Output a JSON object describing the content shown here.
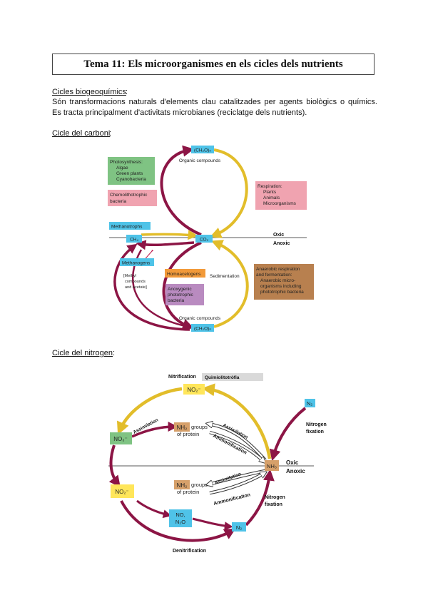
{
  "title": "Tema 11: Els microorganismes en els cicles dels nutrients",
  "section1": {
    "heading": "Cicles biogeoquímics",
    "heading_suffix": ":",
    "line1": "Són transformacions naturals d'elements clau catalitzades per agents biològics o químics.",
    "line2": "Es tracta principalment d'activitats microbianes (reciclatge dels nutrients)."
  },
  "carbon": {
    "heading": "Cicle del carboni",
    "heading_suffix": ":",
    "ch2o_top": "(CH₂O)ₙ",
    "organic_top": "Organic compounds",
    "photo": [
      "Photosynthesis:",
      "Algae",
      "Green plants",
      "Cyanobacteria"
    ],
    "chemo": [
      "Chemolithotrophic",
      "bacteria"
    ],
    "resp": [
      "Respiration:",
      "Plants",
      "Animals",
      "Microorganisms"
    ],
    "methanotrophs": "Methanotrophs",
    "ch4": "CH₄",
    "co2": "CO₂",
    "oxic": "Oxic",
    "anoxic": "Anoxic",
    "methanogens": "Methanogens",
    "methyl": [
      "[Methyl",
      "compounds",
      "and acetate]"
    ],
    "homoacetogens": "Homoacetogens",
    "sedimentation": "Sedimentation",
    "anoxygenic": [
      "Anoxygenic",
      "phototrophic",
      "bacteria"
    ],
    "anaerobic": [
      "Anaerobic respiration",
      "and fermentation:",
      "Anaerobic micro-",
      "organisms including",
      "phototrophic bacteria"
    ],
    "organic_bottom": "Organic compounds",
    "ch2o_bottom": "(CH₂O)ₙ"
  },
  "nitrogen": {
    "heading": "Cicle del nitrogen",
    "heading_suffix": ":",
    "nitrification": "Nitrification",
    "quimio": "Quimiolitotròfia",
    "no2_top": "NO₂⁻",
    "no3": "NO₃⁻",
    "assimilation1": "Assimilation",
    "nh2_top": "NH₂",
    "groups_top": [
      "groups",
      "of protein"
    ],
    "assimilation2": "Assimilation",
    "ammonification1": "Ammonification",
    "n2_top": "N₂",
    "fixation_top": [
      "Nitrogen",
      "fixation"
    ],
    "nh3": "NH₃",
    "oxic": "Oxic",
    "anoxic": "Anoxic",
    "nh2_bottom": "NH₂",
    "groups_bottom": [
      "groups",
      "of protein"
    ],
    "assimilation3": "Assimilation",
    "ammonification2": "Ammonification",
    "fixation_bottom": [
      "Nitrogen",
      "fixation"
    ],
    "no2_bottom": "NO₂⁻",
    "no_n2o": [
      "NO,",
      "N₂O"
    ],
    "n2_bottom": "N₂",
    "denitrification": "Denitrification"
  },
  "colors": {
    "green": "#7fc383",
    "pink": "#f0a3b0",
    "cyan": "#4fc3e8",
    "orange": "#f29a3a",
    "purple": "#b98bc0",
    "brown": "#b8804f",
    "yellow": "#ffe65a",
    "tan": "#d6a06a",
    "maroon": "#8c1545",
    "gold": "#e2bd2a"
  }
}
